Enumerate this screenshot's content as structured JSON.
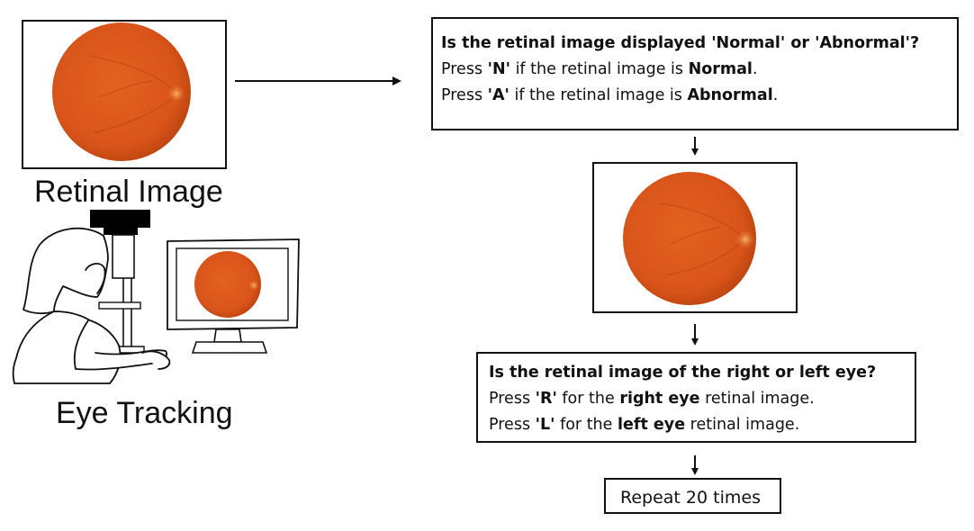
{
  "left": {
    "retinal_caption": "Retinal Image",
    "tracking_caption": "Eye Tracking"
  },
  "question1": {
    "title": "Is the retinal image displayed 'Normal' or 'Abnormal'?",
    "line1": {
      "pre": "Press ",
      "key": "'N'",
      "mid": " if the retinal image is ",
      "emph": "Normal",
      "post": "."
    },
    "line2": {
      "pre": "Press ",
      "key": "'A'",
      "mid": " if the retinal image is ",
      "emph": "Abnormal",
      "post": "."
    }
  },
  "question2": {
    "title": "Is the retinal image of the right or left eye?",
    "line1": {
      "pre": "Press ",
      "key": "'R'",
      "mid": " for the ",
      "emph": "right eye",
      "post": " retinal image."
    },
    "line2": {
      "pre": "Press ",
      "key": "'L'",
      "mid": " for the ",
      "emph": "left eye",
      "post": " retinal image."
    }
  },
  "repeat_label": "Repeat 20 times",
  "colors": {
    "retina": "#d9541a",
    "retina_edge": "#b8420f",
    "optic_disc": "#f08a3a",
    "border": "#111111"
  }
}
